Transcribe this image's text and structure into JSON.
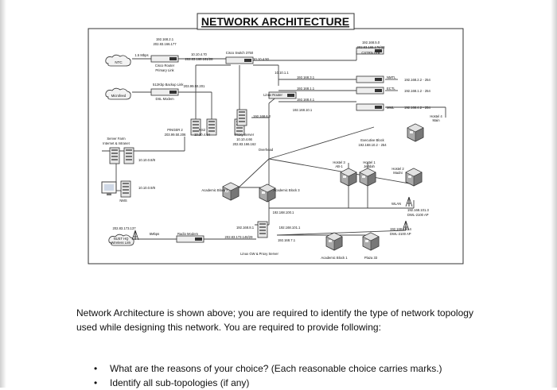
{
  "diagram": {
    "title": "NETWORK ARCHITECTURE",
    "labels": {
      "ntc": "NTC",
      "ntc_link": "1.5 Mbps",
      "isp_ip1": "192.168.2.1",
      "isp_ip2": "202.83.166.177",
      "router_ip1": "10.10.4.70",
      "router_ip2": "202.83.166.161/28",
      "cisco_router": "Cisco Router",
      "primary_link": "Primary Link",
      "microfeed": "Microfeed",
      "backup_link": "512Kbp  Backup Link",
      "backup_ip": "203.99.50.201",
      "dsl_modem": "DSL Modem",
      "cisco_switch": "Cisco Switch 3750",
      "switch_ip": "10.10.4.50",
      "ip_10_10_1_1": "10.10.1.1",
      "linux_router": "Linux Router",
      "lr_ip1": "192.168.3.1",
      "lr_ip2": "192.168.1.1",
      "lr_ip3": "192.168.4.1",
      "lr_ip4": "192.168.10.1",
      "ip_192_168_6_2": "192.168.6.2",
      "cust_ip1": "192.168.5.0",
      "cust_ip2": "202.83.166.176/28",
      "cust_link": "CSTRN Link",
      "nmtl": "NMTL",
      "nmtl_ip": "192.168.2.2 - 254",
      "ectl": "ECTL",
      "ectl_ip": "192.168.1.2 - 254",
      "mml": "MML",
      "mml_ip": "192.168.4.2 - 254",
      "hostel4": "Hostel 4",
      "hostel4_name": "Main",
      "pinger": "PINGER 2",
      "pinger_ip": "203.99.50.206",
      "ns2": "NS2",
      "ns2_ip": "10.10.4.64",
      "proxy": "Proxy Server",
      "proxy_ip1": "10.10.4.66",
      "proxy_ip2": "202.83.166.162",
      "server_farm": "Server Farm",
      "server_farm_sub": "Internet & Intranet",
      "overhead": "Overhead",
      "exec_block": "Executive Block",
      "exec_ip": "192.168.10.2 - 254",
      "farm_ip1": "10.10.0.8/8",
      "farm_ip2": "10.10.0.9/8",
      "nms": "NMS",
      "hostel3": "Hostel 3",
      "hostel3_name": "AB-1",
      "hostel1": "Hostel 1",
      "hostel1_name": "Jeddah",
      "hostel2": "Hostel 2",
      "hostel2_name": "Madni",
      "academic2": "Academic Block 2",
      "academic3": "Academic Block 3",
      "ip_192_168_100_1": "192.168.100.1",
      "wlan": "WLAN",
      "ap1_ip": "192.168.101.3",
      "ap1_name": "DWL-2100 AP",
      "ap2_ip": "192.168.101.4",
      "ap2_name": "DWL-2100 AP",
      "nust_ip": "202.83.173.137",
      "nust": "NUST HQ",
      "nust_sub": "Wireless Link",
      "nbps": "5Mbps",
      "radio_modem": "Radio Modem",
      "linux_ip1": "192.168.8.1",
      "linux_ip2": "192.168.101.1",
      "linux_ip3": "202.83.173.146/29",
      "linux_ip4": "192.168.7.1",
      "linux_gw": "Linux GW & Proxy Server",
      "academic1": "Academic Block 1",
      "plaza": "Plaza 33"
    }
  },
  "text": {
    "paragraph": "Network Architecture is shown above; you are required to identify the type of network topology used while designing this network. You are required to provide following:",
    "bullets": [
      "What are the reasons of your choice? (Each reasonable choice carries marks.)",
      "Identify all sub-topologies (if any)"
    ]
  }
}
